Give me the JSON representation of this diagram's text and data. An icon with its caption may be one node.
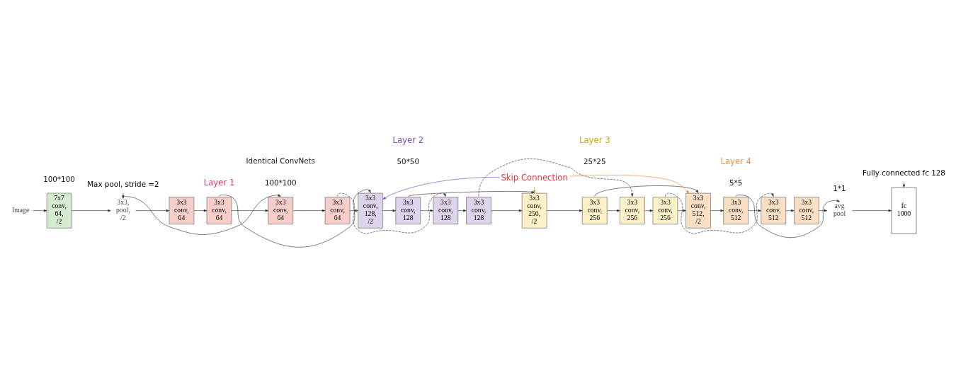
{
  "diagram": {
    "nodes": [
      {
        "text": [
          "Image"
        ]
      },
      {
        "text": [
          "7x7 conv, 64, /2"
        ]
      },
      {
        "text": [
          "3x3, pool, /2"
        ]
      },
      {
        "text": [
          "3x3 conv, 64"
        ]
      },
      {
        "text": [
          "3x3 conv, 64"
        ]
      },
      {
        "text": [
          "3x3 conv, 64"
        ]
      },
      {
        "text": [
          "3x3 conv, 64"
        ]
      },
      {
        "text": [
          "3x3 conv, 128, /2"
        ]
      },
      {
        "text": [
          "3x3 conv, 128"
        ]
      },
      {
        "text": [
          "3x3 conv, 128"
        ]
      },
      {
        "text": [
          "3x3 conv, 128"
        ]
      },
      {
        "text": [
          "3x3 conv, 256, /2"
        ]
      },
      {
        "text": [
          "3x3 conv, 256"
        ]
      },
      {
        "text": [
          "3x3 conv, 256"
        ]
      },
      {
        "text": [
          "3x3 conv, 256"
        ]
      },
      {
        "text": [
          "3x3 conv, 512, /2"
        ]
      },
      {
        "text": [
          "3x3 conv, 512"
        ]
      },
      {
        "text": [
          "3x3 conv, 512"
        ]
      },
      {
        "text": [
          "3x3 conv, 512"
        ]
      },
      {
        "text": [
          "avg pool"
        ]
      },
      {
        "text": [
          "fc 1000"
        ]
      },
      {
        "text": [
          "Max pool, stride =2"
        ]
      },
      {
        "text": [
          "Skip Connection"
        ]
      },
      {
        "text": [
          "Fully connected fc 128"
        ]
      }
    ],
    "edges": [
      {
        "from": 0,
        "to": 1,
        "arrow": "to"
      },
      {
        "from": 1,
        "to": 2,
        "arrow": "to"
      },
      {
        "from": 2,
        "to": 3,
        "arrow": "to"
      },
      {
        "from": 3,
        "to": 4,
        "arrow": "to"
      },
      {
        "from": 4,
        "to": 5,
        "arrow": "to"
      },
      {
        "from": 5,
        "to": 6,
        "arrow": "to"
      },
      {
        "from": 6,
        "to": 7,
        "arrow": "to"
      },
      {
        "from": 7,
        "to": 8,
        "arrow": "to"
      },
      {
        "from": 8,
        "to": 9,
        "arrow": "to"
      },
      {
        "from": 9,
        "to": 10,
        "arrow": "to"
      },
      {
        "from": 10,
        "to": 11,
        "arrow": "to"
      },
      {
        "from": 11,
        "to": 12,
        "arrow": "to"
      },
      {
        "from": 12,
        "to": 13,
        "arrow": "to"
      },
      {
        "from": 13,
        "to": 14,
        "arrow": "to"
      },
      {
        "from": 14,
        "to": 15,
        "arrow": "to"
      },
      {
        "from": 15,
        "to": 16,
        "arrow": "to"
      },
      {
        "from": 16,
        "to": 17,
        "arrow": "to"
      },
      {
        "from": 17,
        "to": 18,
        "arrow": "to"
      },
      {
        "from": 18,
        "to": 19,
        "arrow": "to"
      },
      {
        "from": 19,
        "to": 20,
        "arrow": "to"
      },
      {
        "from": 2,
        "to": 5,
        "arrow": "to"
      },
      {
        "from": 4,
        "to": 7,
        "arrow": "to"
      },
      {
        "from": 6,
        "to": 9,
        "arrow": "to",
        "style": "dashed"
      },
      {
        "from": 8,
        "to": 11,
        "arrow": "to"
      },
      {
        "from": 10,
        "to": 13,
        "arrow": "to",
        "style": "dashed"
      },
      {
        "from": 12,
        "to": 15,
        "arrow": "to"
      },
      {
        "from": 14,
        "to": 17,
        "arrow": "to",
        "style": "dashed"
      },
      {
        "from": 16,
        "to": 19,
        "arrow": "to"
      },
      {
        "from": 21,
        "to": 2,
        "arrow": "to"
      },
      {
        "from": 22,
        "to": 7,
        "arrow": "to",
        "color": "#8040c0"
      },
      {
        "from": 22,
        "to": 11,
        "arrow": "to",
        "color": "#a0a020"
      },
      {
        "from": 22,
        "to": 15,
        "arrow": "to",
        "color": "#f08040"
      },
      {
        "from": 23,
        "to": 20,
        "arrow": "to"
      }
    ],
    "labels": [
      "100*100",
      "100*100",
      "50*50",
      "25*25",
      "5*5",
      "1*1",
      "Layer 1",
      "Layer 2",
      "Layer 3",
      "Layer 4",
      "Identical ConvNets"
    ]
  }
}
